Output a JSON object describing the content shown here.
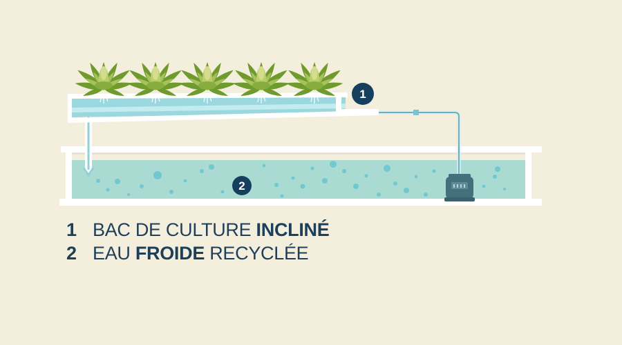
{
  "colors": {
    "background": "#f4eedc",
    "structure": "#ffffff",
    "water": "#a9dbd3",
    "bubbles": "#5fc1cf",
    "pipe": "#6ab0c0",
    "pump": "#44707c",
    "badge": "#163f5e",
    "plant_dark": "#6f9a2e",
    "plant_light": "#a6c25a"
  },
  "labels": [
    {
      "id": "1",
      "badge": "1"
    },
    {
      "id": "2",
      "badge": "2"
    }
  ],
  "legend": [
    {
      "number": "1",
      "text_before": "BAC DE CULTURE ",
      "text_bold": "INCLINÉ",
      "text_after": ""
    },
    {
      "number": "2",
      "text_before": "EAU ",
      "text_bold": "FROIDE",
      "text_after": " RECYCLÉE"
    }
  ],
  "icons": [
    "cannabis-plant-icon",
    "water-pump-icon",
    "flow-arrow-icon"
  ]
}
